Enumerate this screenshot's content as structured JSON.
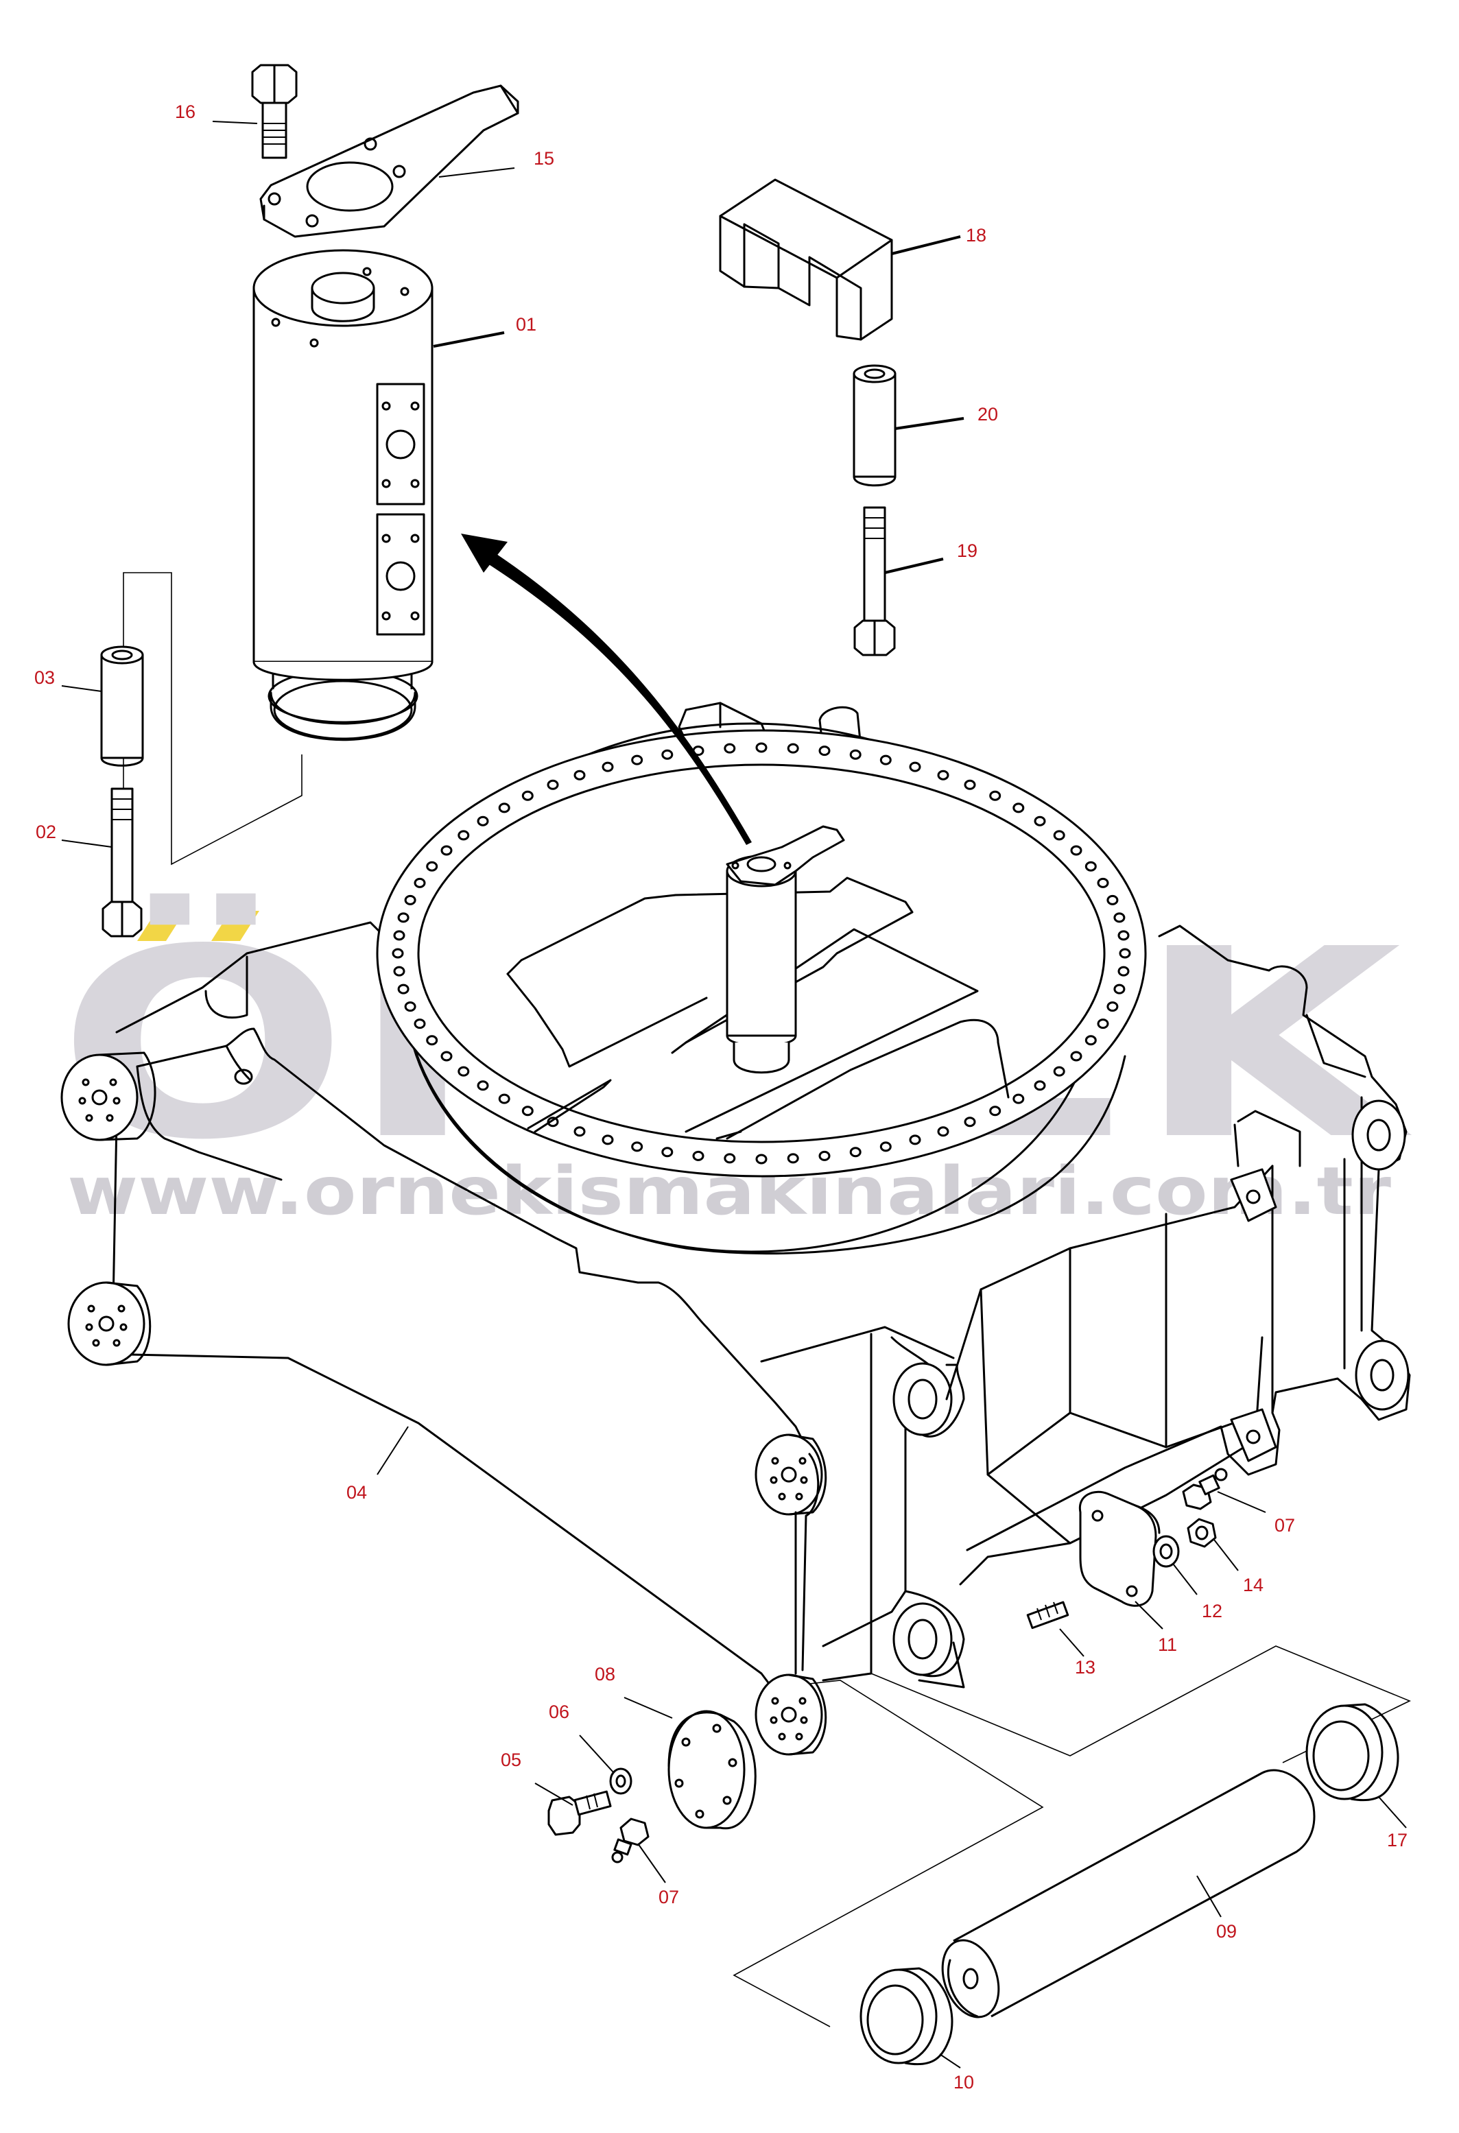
{
  "watermark": {
    "brand": "ÖRNEK",
    "url": "www.ornekismakinalari.com.tr",
    "colors": {
      "letters": "#d8d6dc",
      "accent": "#f2d646"
    }
  },
  "colors": {
    "label": "#c0141c",
    "line": "#000000",
    "background": "#ffffff"
  },
  "labels": [
    {
      "id": "16",
      "text": "16"
    },
    {
      "id": "15",
      "text": "15"
    },
    {
      "id": "18",
      "text": "18"
    },
    {
      "id": "01",
      "text": "01"
    },
    {
      "id": "20",
      "text": "20"
    },
    {
      "id": "19",
      "text": "19"
    },
    {
      "id": "03",
      "text": "03"
    },
    {
      "id": "02",
      "text": "02"
    },
    {
      "id": "04",
      "text": "04"
    },
    {
      "id": "07a",
      "text": "07"
    },
    {
      "id": "14",
      "text": "14"
    },
    {
      "id": "12",
      "text": "12"
    },
    {
      "id": "11",
      "text": "11"
    },
    {
      "id": "13",
      "text": "13"
    },
    {
      "id": "08",
      "text": "08"
    },
    {
      "id": "06",
      "text": "06"
    },
    {
      "id": "05",
      "text": "05"
    },
    {
      "id": "07b",
      "text": "07"
    },
    {
      "id": "17",
      "text": "17"
    },
    {
      "id": "09",
      "text": "09"
    },
    {
      "id": "10",
      "text": "10"
    }
  ]
}
